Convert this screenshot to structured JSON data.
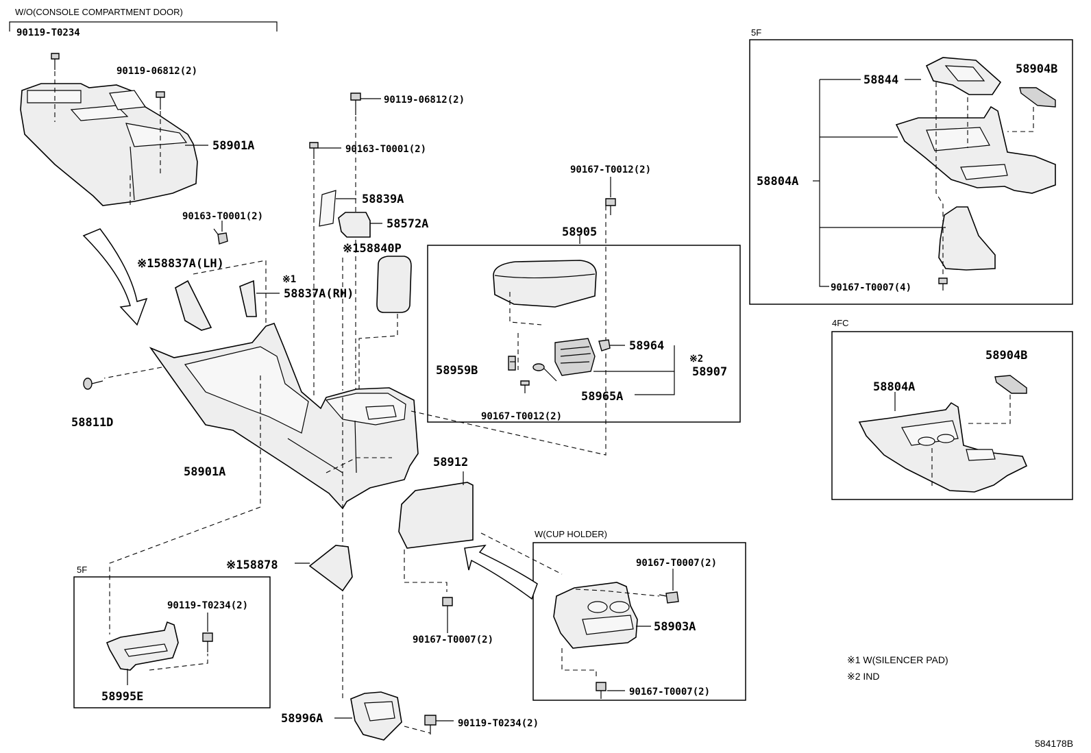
{
  "headers": {
    "wo_console_door": "W/O(CONSOLE COMPARTMENT DOOR)",
    "box_5f_top": "5F",
    "box_4fc": "4FC",
    "box_5f_bottom": "5F",
    "cup_holder": "W(CUP HOLDER)"
  },
  "labels": {
    "p90119_T0234_top": "90119-T0234",
    "p90119_06812_a": "90119-06812(2)",
    "p58901A_top": "58901A",
    "p90119_06812_b": "90119-06812(2)",
    "p90163_T0001_a": "90163-T0001(2)",
    "p58839A": "58839A",
    "p58572A": "58572A",
    "p90163_T0001_b": "90163-T0001(2)",
    "p58840P": "※158840P",
    "p58837A_LH": "※158837A(LH)",
    "p58837A_RH_mark": "※1",
    "p58837A_RH": "58837A(RH)",
    "p90167_T0012_top": "90167-T0012(2)",
    "p58905": "58905",
    "p58959B": "58959B",
    "p58964": "58964",
    "p58907_mark": "※2",
    "p58907": "58907",
    "p58965A": "58965A",
    "p90167_T0012_bot": "90167-T0012(2)",
    "p58811D": "58811D",
    "p58901A_main": "58901A",
    "p58912": "58912",
    "p58878": "※158878",
    "p90167_T0007_mid": "90167-T0007(2)",
    "p90119_T0234_5f": "90119-T0234(2)",
    "p58995E": "58995E",
    "p58996A": "58996A",
    "p90119_T0234_bot": "90119-T0234(2)",
    "p90167_T0007_cup_a": "90167-T0007(2)",
    "p58903A": "58903A",
    "p90167_T0007_cup_b": "90167-T0007(2)",
    "p58844": "58844",
    "p58904B_top": "58904B",
    "p58804A_top": "58804A",
    "p90167_T0007_4": "90167-T0007(4)",
    "p58904B_4fc": "58904B",
    "p58804A_4fc": "58804A"
  },
  "notes": {
    "note1": "※1 W(SILENCER PAD)",
    "note2": "※2 IND"
  },
  "diagram_id": "584178B"
}
